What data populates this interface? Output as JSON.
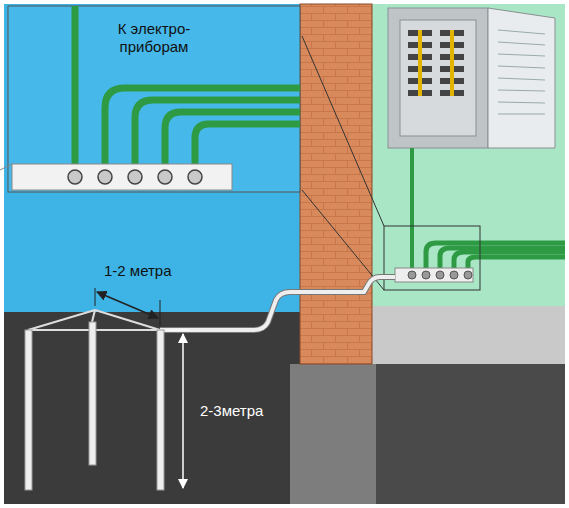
{
  "diagram": {
    "labels": [
      "К электро- приборам",
      "1-2 метра",
      "2-3метра"
    ]
  }
}
